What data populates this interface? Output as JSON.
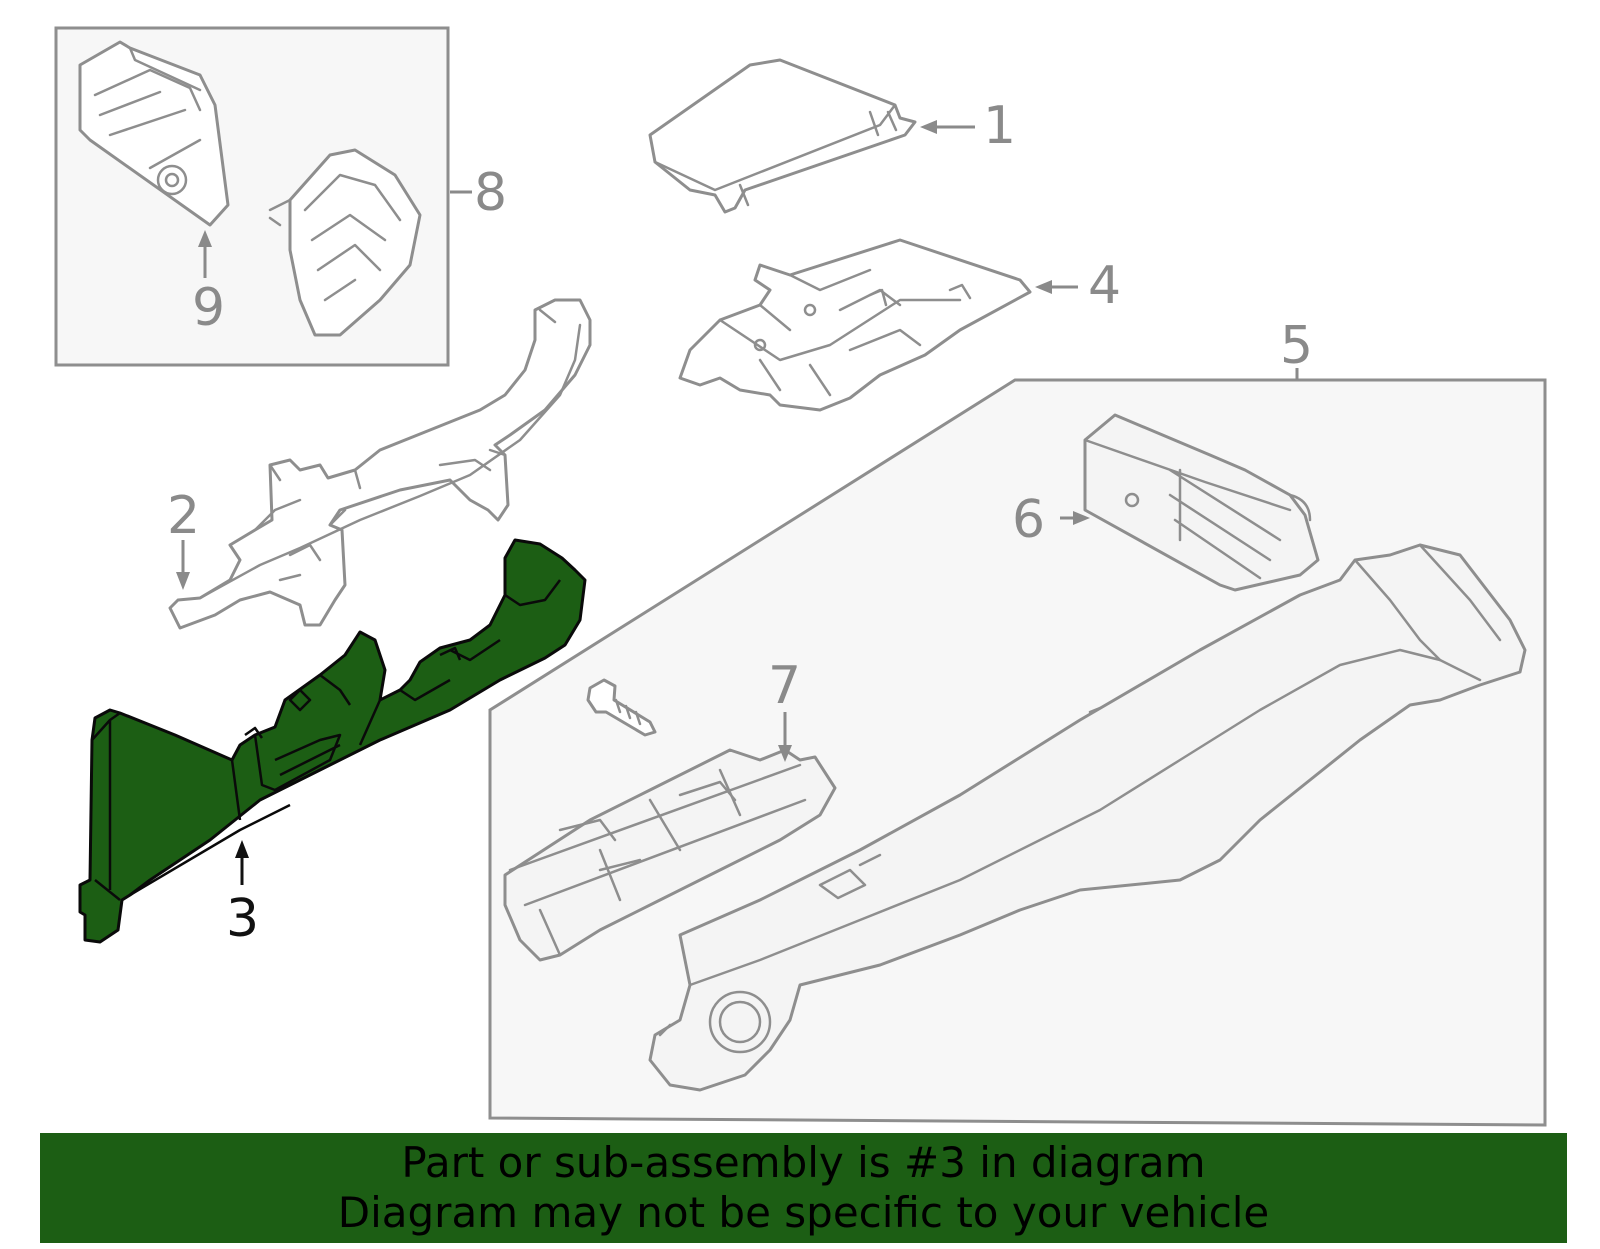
{
  "callouts": {
    "c1": "1",
    "c2": "2",
    "c3": "3",
    "c4": "4",
    "c5": "5",
    "c6": "6",
    "c7": "7",
    "c8": "8",
    "c9": "9"
  },
  "highlight": {
    "part_number": "3",
    "fill_color": "#1c5e14",
    "outline_color": "#0a0a0a"
  },
  "banner": {
    "line1": "Part or sub-assembly is #3 in diagram",
    "line2": "Diagram may not be specific to your vehicle",
    "background_color": "#1c5e14"
  }
}
